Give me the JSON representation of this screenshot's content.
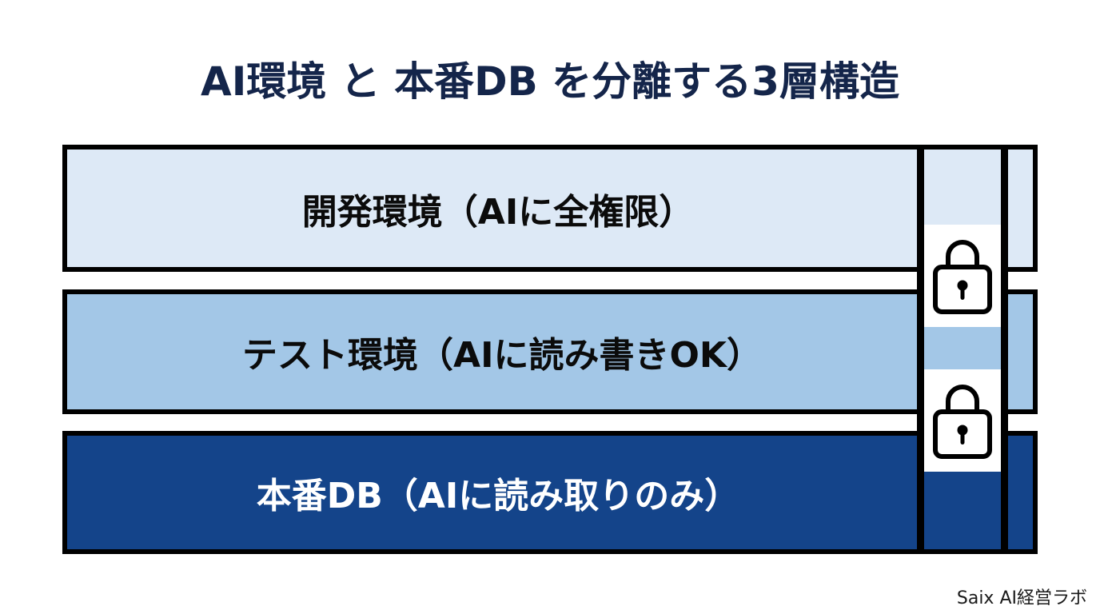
{
  "title": "AI環境 と 本番DB を分離する3層構造",
  "layers": [
    {
      "label": "開発環境（AIに全権限）",
      "fill": "#dde9f6",
      "text_color": "#0b0b0b"
    },
    {
      "label": "テスト環境（AIに読み書きOK）",
      "fill": "#a3c7e7",
      "text_color": "#0b0b0b"
    },
    {
      "label": "本番DB（AIに読み取りのみ）",
      "fill": "#14448a",
      "text_color": "#ffffff"
    }
  ],
  "barrier": {
    "icons": [
      "lock-icon",
      "lock-icon"
    ],
    "border_color": "#000000"
  },
  "colors": {
    "title": "#14254a",
    "background": "#ffffff"
  },
  "footer": {
    "credit": "Saix AI経営ラボ"
  }
}
